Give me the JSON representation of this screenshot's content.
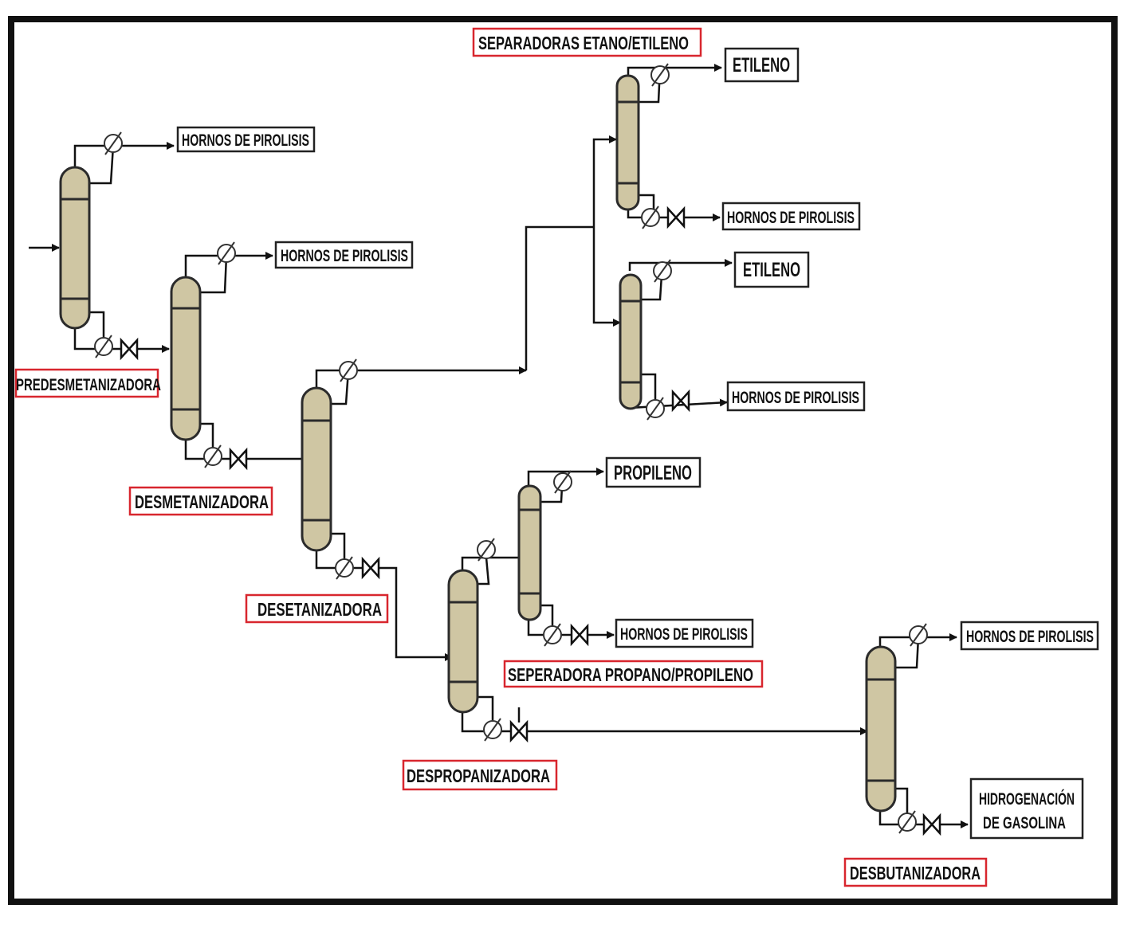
{
  "diagram": {
    "columns": {
      "predesmetanizadora": "PREDESMETANIZADORA",
      "desmetanizadora": "DESMETANIZADORA",
      "desetanizadora": "DESETANIZADORA",
      "separadoras_etano_etileno": "SEPARADORAS ETANO/ETILENO",
      "despropanizadora": "DESPROPANIZADORA",
      "seperadora_propano_propileno": "SEPERADORA PROPANO/PROPILENO",
      "desbutanizadora": "DESBUTANIZADORA"
    },
    "outputs": {
      "hornos_1": "HORNOS DE PIROLISIS",
      "hornos_2": "HORNOS DE PIROLISIS",
      "etileno_1": "ETILENO",
      "hornos_3": "HORNOS DE PIROLISIS",
      "etileno_2": "ETILENO",
      "hornos_4": "HORNOS DE PIROLISIS",
      "propileno": "PROPILENO",
      "hornos_5": "HORNOS DE PIROLISIS",
      "hornos_6": "HORNOS DE PIROLISIS",
      "hidrogenacion_line1": "HIDROGENACIÓN",
      "hidrogenacion_line2": "DE GASOLINA"
    },
    "colors": {
      "column_fill": "#cfc6a3",
      "label_border": "#d8262e",
      "frame": "#111111"
    }
  }
}
